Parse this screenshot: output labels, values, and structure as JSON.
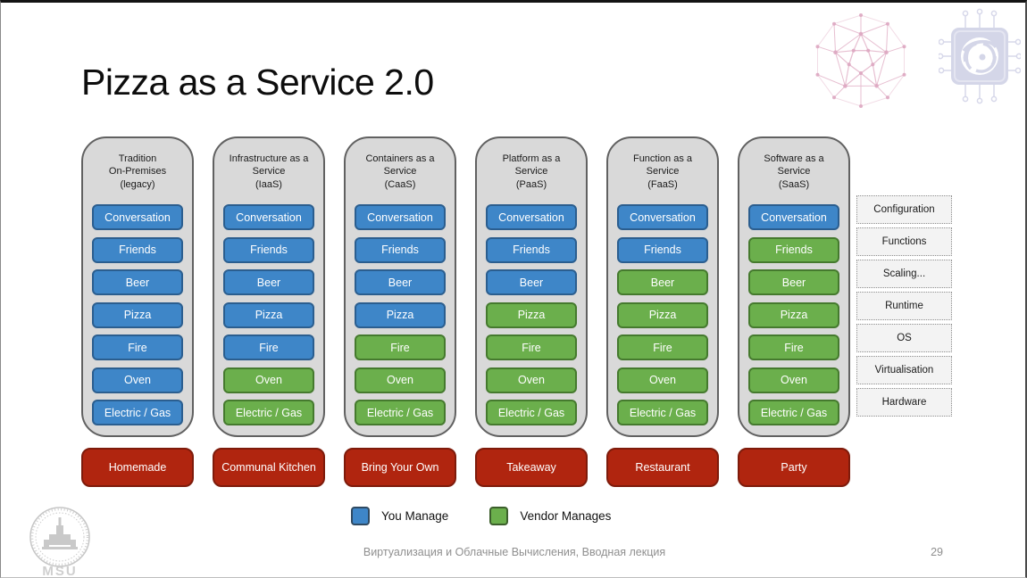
{
  "slide": {
    "title": "Pizza as a Service 2.0",
    "footer": "Виртуализация и Облачные Вычисления, Вводная лекция",
    "page_number": "29",
    "logo_text": "MSU"
  },
  "colors": {
    "you_manage_blue": "#3E86C8",
    "vendor_manages_green": "#6BAF4C",
    "option_red": "#B0250F",
    "column_gray": "#D9D9D9"
  },
  "legend": [
    {
      "label": "You Manage",
      "owner": "you"
    },
    {
      "label": "Vendor Manages",
      "owner": "vendor"
    }
  ],
  "layers_right": [
    "Configuration",
    "Functions",
    "Scaling...",
    "Runtime",
    "OS",
    "Virtualisation",
    "Hardware"
  ],
  "columns": [
    {
      "title_lines": [
        "Tradition",
        "On-Premises",
        "(legacy)"
      ],
      "option": "Homemade",
      "items": [
        {
          "label": "Conversation",
          "owner": "you"
        },
        {
          "label": "Friends",
          "owner": "you"
        },
        {
          "label": "Beer",
          "owner": "you"
        },
        {
          "label": "Pizza",
          "owner": "you"
        },
        {
          "label": "Fire",
          "owner": "you"
        },
        {
          "label": "Oven",
          "owner": "you"
        },
        {
          "label": "Electric / Gas",
          "owner": "you"
        }
      ]
    },
    {
      "title_lines": [
        "Infrastructure as a",
        "Service",
        "(IaaS)"
      ],
      "option": "Communal Kitchen",
      "items": [
        {
          "label": "Conversation",
          "owner": "you"
        },
        {
          "label": "Friends",
          "owner": "you"
        },
        {
          "label": "Beer",
          "owner": "you"
        },
        {
          "label": "Pizza",
          "owner": "you"
        },
        {
          "label": "Fire",
          "owner": "you"
        },
        {
          "label": "Oven",
          "owner": "vendor"
        },
        {
          "label": "Electric / Gas",
          "owner": "vendor"
        }
      ]
    },
    {
      "title_lines": [
        "Containers as a",
        "Service",
        "(CaaS)"
      ],
      "option": "Bring Your Own",
      "items": [
        {
          "label": "Conversation",
          "owner": "you"
        },
        {
          "label": "Friends",
          "owner": "you"
        },
        {
          "label": "Beer",
          "owner": "you"
        },
        {
          "label": "Pizza",
          "owner": "you"
        },
        {
          "label": "Fire",
          "owner": "vendor"
        },
        {
          "label": "Oven",
          "owner": "vendor"
        },
        {
          "label": "Electric / Gas",
          "owner": "vendor"
        }
      ]
    },
    {
      "title_lines": [
        "Platform as a",
        "Service",
        "(PaaS)"
      ],
      "option": "Takeaway",
      "items": [
        {
          "label": "Conversation",
          "owner": "you"
        },
        {
          "label": "Friends",
          "owner": "you"
        },
        {
          "label": "Beer",
          "owner": "you"
        },
        {
          "label": "Pizza",
          "owner": "vendor"
        },
        {
          "label": "Fire",
          "owner": "vendor"
        },
        {
          "label": "Oven",
          "owner": "vendor"
        },
        {
          "label": "Electric / Gas",
          "owner": "vendor"
        }
      ]
    },
    {
      "title_lines": [
        "Function as a",
        "Service",
        "(FaaS)"
      ],
      "option": "Restaurant",
      "items": [
        {
          "label": "Conversation",
          "owner": "you"
        },
        {
          "label": "Friends",
          "owner": "you"
        },
        {
          "label": "Beer",
          "owner": "vendor"
        },
        {
          "label": "Pizza",
          "owner": "vendor"
        },
        {
          "label": "Fire",
          "owner": "vendor"
        },
        {
          "label": "Oven",
          "owner": "vendor"
        },
        {
          "label": "Electric / Gas",
          "owner": "vendor"
        }
      ]
    },
    {
      "title_lines": [
        "Software as a",
        "Service",
        "(SaaS)"
      ],
      "option": "Party",
      "items": [
        {
          "label": "Conversation",
          "owner": "you"
        },
        {
          "label": "Friends",
          "owner": "vendor"
        },
        {
          "label": "Beer",
          "owner": "vendor"
        },
        {
          "label": "Pizza",
          "owner": "vendor"
        },
        {
          "label": "Fire",
          "owner": "vendor"
        },
        {
          "label": "Oven",
          "owner": "vendor"
        },
        {
          "label": "Electric / Gas",
          "owner": "vendor"
        }
      ]
    }
  ]
}
